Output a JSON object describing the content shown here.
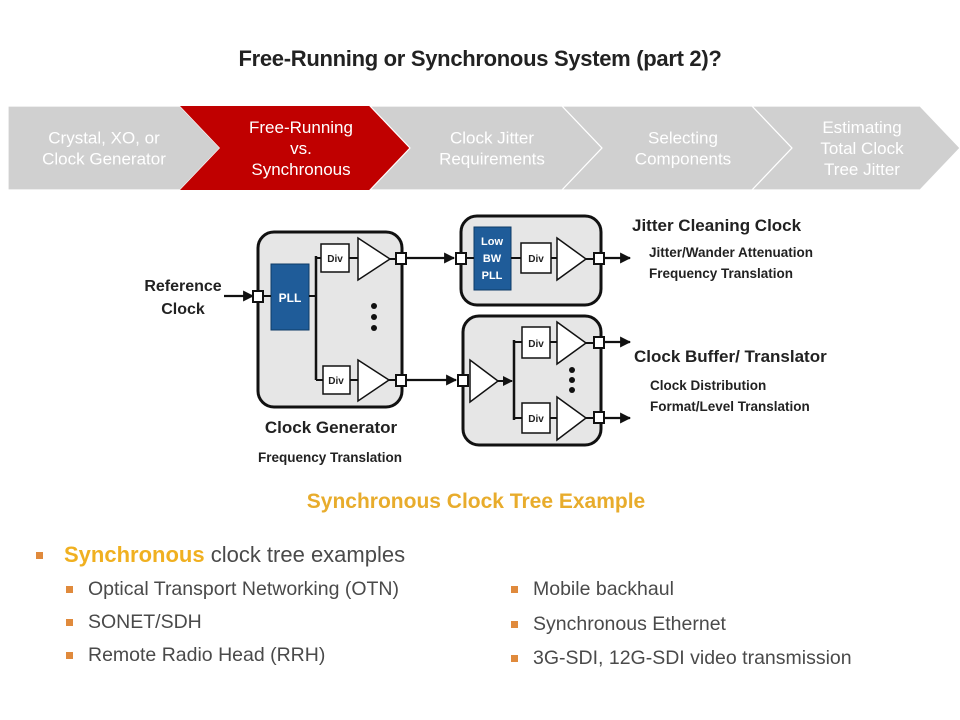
{
  "slide": {
    "title": "Free-Running or Synchronous System (part 2)?"
  },
  "progress_steps": {
    "active_index": 1,
    "colors": {
      "inactive": "#d0d0d0",
      "active": "#c00000",
      "text": "#ffffff"
    },
    "steps": [
      {
        "lines": [
          "Crystal, XO, or",
          "Clock Generator"
        ]
      },
      {
        "lines": [
          "Free-Running",
          "vs.",
          "Synchronous"
        ]
      },
      {
        "lines": [
          "Clock Jitter",
          "Requirements"
        ]
      },
      {
        "lines": [
          "Selecting",
          "Components"
        ]
      },
      {
        "lines": [
          "Estimating",
          "Total Clock",
          "Tree Jitter"
        ]
      }
    ]
  },
  "diagram": {
    "colors": {
      "box_fill": "#e6e6e6",
      "pll_fill": "#1f5c99",
      "stroke": "#111111"
    },
    "reference_clock": [
      "Reference",
      "Clock"
    ],
    "clock_generator": {
      "pll_label": "PLL",
      "div_label": "Div",
      "title": "Clock Generator",
      "subtitle": "Frequency Translation"
    },
    "jitter_cleaner": {
      "pll_label": [
        "Low",
        "BW",
        "PLL"
      ],
      "div_label": "Div",
      "title": "Jitter Cleaning Clock",
      "features": [
        "Jitter/Wander Attenuation",
        "Frequency Translation"
      ]
    },
    "clock_buffer": {
      "div_label": "Div",
      "title": "Clock Buffer/ Translator",
      "features": [
        "Clock Distribution",
        "Format/Level Translation"
      ]
    },
    "caption": "Synchronous Clock Tree Example"
  },
  "bullets": {
    "main": {
      "highlight": "Synchronous",
      "rest": " clock tree examples"
    },
    "left": [
      "Optical Transport Networking (OTN)",
      "SONET/SDH",
      "Remote Radio Head (RRH)"
    ],
    "right": [
      "Mobile backhaul",
      "Synchronous Ethernet",
      "3G-SDI, 12G-SDI video transmission"
    ]
  }
}
